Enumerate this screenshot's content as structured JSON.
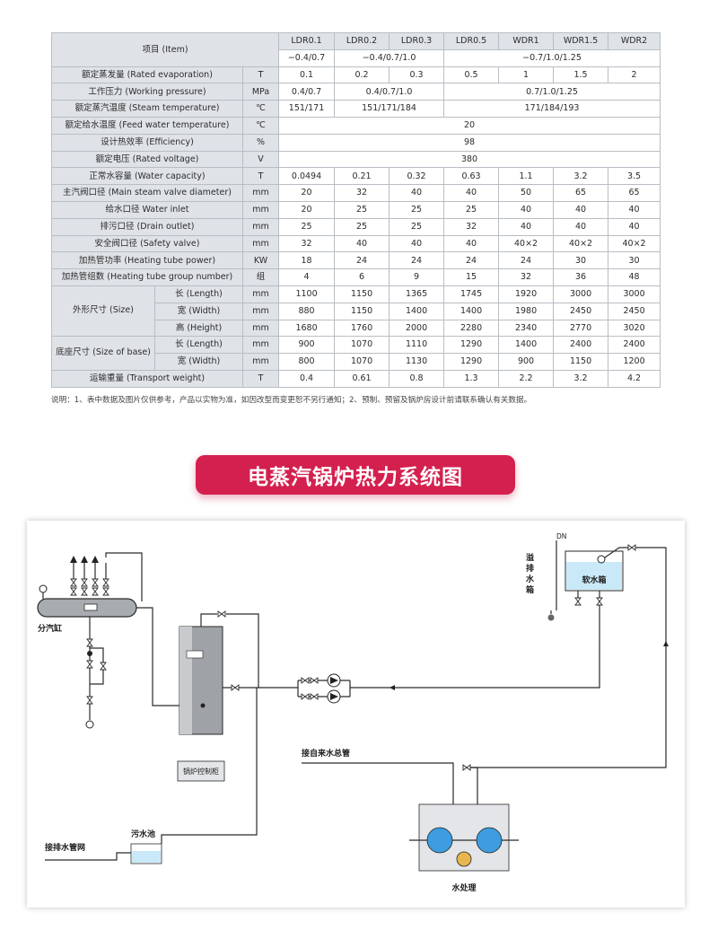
{
  "table": {
    "header_label": "项目 (Item)",
    "models": [
      "LDR0.1",
      "LDR0.2",
      "LDR0.3",
      "LDR0.5",
      "WDR1",
      "WDR1.5",
      "WDR2"
    ],
    "pressure_ranges": [
      "−0.4/0.7",
      "−0.4/0.7/1.0",
      "−0.7/1.0/1.25"
    ],
    "rows": {
      "evaporation": {
        "label": "额定蒸发量 (Rated evaporation)",
        "unit": "T",
        "values": [
          "0.1",
          "0.2",
          "0.3",
          "0.5",
          "1",
          "1.5",
          "2"
        ]
      },
      "pressure": {
        "label": "工作压力 (Working pressure)",
        "unit": "MPa",
        "values": [
          "0.4/0.7",
          "0.4/0.7/1.0",
          "0.7/1.0/1.25"
        ]
      },
      "steam_temp": {
        "label": "额定蒸汽温度 (Steam temperature)",
        "unit": "℃",
        "values": [
          "151/171",
          "151/171/184",
          "171/184/193"
        ]
      },
      "feed_water_temp": {
        "label": "额定给水温度 (Feed water temperature)",
        "unit": "℃",
        "value": "20"
      },
      "efficiency": {
        "label": "设计热效率 (Efficiency)",
        "unit": "%",
        "value": "98"
      },
      "voltage": {
        "label": "额定电压 (Rated voltage)",
        "unit": "V",
        "value": "380"
      },
      "water_capacity": {
        "label": "正常水容量 (Water capacity)",
        "unit": "T",
        "values": [
          "0.0494",
          "0.21",
          "0.32",
          "0.63",
          "1.1",
          "3.2",
          "3.5"
        ]
      },
      "main_valve": {
        "label": "主汽阀口径 (Main steam valve diameter)",
        "unit": "mm",
        "values": [
          "20",
          "32",
          "40",
          "40",
          "50",
          "65",
          "65"
        ]
      },
      "water_inlet": {
        "label": "给水口径 Water inlet",
        "unit": "mm",
        "values": [
          "20",
          "25",
          "25",
          "25",
          "40",
          "40",
          "40"
        ]
      },
      "drain": {
        "label": "排污口径 (Drain outlet)",
        "unit": "mm",
        "values": [
          "25",
          "25",
          "25",
          "32",
          "40",
          "40",
          "40"
        ]
      },
      "safety_valve": {
        "label": "安全阀口径 (Safety valve)",
        "unit": "mm",
        "values": [
          "32",
          "40",
          "40",
          "40",
          "40×2",
          "40×2",
          "40×2"
        ]
      },
      "tube_power": {
        "label": "加热管功率 (Heating tube power)",
        "unit": "KW",
        "values": [
          "18",
          "24",
          "24",
          "24",
          "24",
          "30",
          "30"
        ]
      },
      "tube_groups": {
        "label": "加热管组数 (Heating tube group number)",
        "unit": "组",
        "values": [
          "4",
          "6",
          "9",
          "15",
          "32",
          "36",
          "48"
        ]
      },
      "size_label": "外形尺寸 (Size)",
      "size_length": {
        "label": "长 (Length)",
        "unit": "mm",
        "values": [
          "1100",
          "1150",
          "1365",
          "1745",
          "1920",
          "3000",
          "3000"
        ]
      },
      "size_width": {
        "label": "宽 (Width)",
        "unit": "mm",
        "values": [
          "880",
          "1150",
          "1400",
          "1400",
          "1980",
          "2450",
          "2450"
        ]
      },
      "size_height": {
        "label": "高 (Height)",
        "unit": "mm",
        "values": [
          "1680",
          "1760",
          "2000",
          "2280",
          "2340",
          "2770",
          "3020"
        ]
      },
      "base_label": "底座尺寸 (Size of base)",
      "base_length": {
        "label": "长 (Length)",
        "unit": "mm",
        "values": [
          "900",
          "1070",
          "1110",
          "1290",
          "1400",
          "2400",
          "2400"
        ]
      },
      "base_width": {
        "label": "宽 (Width)",
        "unit": "mm",
        "values": [
          "800",
          "1070",
          "1130",
          "1290",
          "900",
          "1150",
          "1200"
        ]
      },
      "transport": {
        "label": "运输重量 (Transport weight)",
        "unit": "T",
        "values": [
          "0.4",
          "0.61",
          "0.8",
          "1.3",
          "2.2",
          "3.2",
          "4.2"
        ]
      }
    },
    "note": "说明：1、表中数据及图片仅供参考，产品以实物为准，如因改型而变更恕不另行通知；2、预制、预留及锅炉房设计前请联系确认有关数据。"
  },
  "banner_title": "电蒸汽锅炉热力系统图",
  "diagram": {
    "labels": {
      "manifold": "分汽缸",
      "overflow": "溢排水箱",
      "overflow_chars": [
        "溢",
        "排",
        "水",
        "箱"
      ],
      "dn": "DN",
      "soft_tank": "软水箱",
      "control_cabinet": "锅炉控制柜",
      "mains_inlet": "接自来水总管",
      "sewage_pool": "污水池",
      "drain_network": "接排水管网",
      "water_treatment": "水处理"
    },
    "colors": {
      "accent": "#d4204f",
      "tank_water": "#c9e9f8",
      "treatment_vessel": "#3d9de0",
      "salt_tank": "#e8b64f",
      "panel_fill": "#e3e5e8"
    }
  }
}
